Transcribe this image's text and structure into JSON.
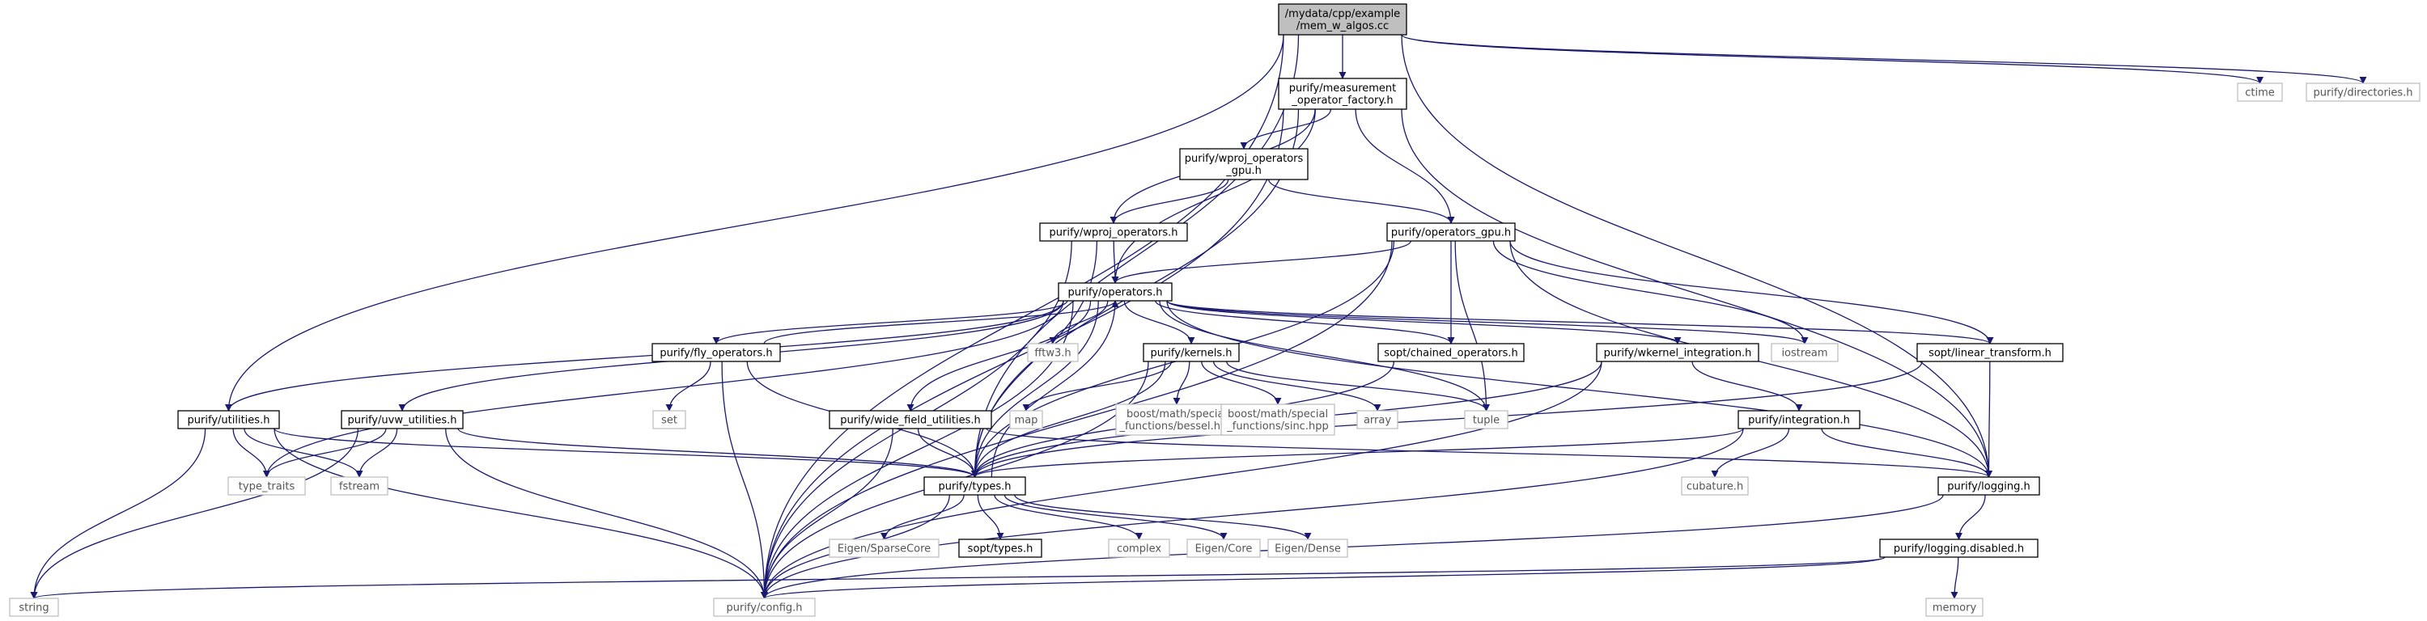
{
  "colors": {
    "edge": "#191970",
    "root_fill": "#bfbfbf",
    "node_border": "#000000",
    "external_border": "#bfbfbf"
  },
  "nodes": {
    "root": [
      "/mydata/cpp/example",
      "/mem_w_algos.cc"
    ],
    "ctime": [
      "ctime"
    ],
    "directories": [
      "purify/directories.h"
    ],
    "mof": [
      "purify/measurement",
      "_operator_factory.h"
    ],
    "wproj_gpu": [
      "purify/wproj_operators",
      "_gpu.h"
    ],
    "wproj": [
      "purify/wproj_operators.h"
    ],
    "ops_gpu": [
      "purify/operators_gpu.h"
    ],
    "ops": [
      "purify/operators.h"
    ],
    "fly": [
      "purify/fly_operators.h"
    ],
    "fftw3": [
      "fftw3.h"
    ],
    "kernels": [
      "purify/kernels.h"
    ],
    "chained": [
      "sopt/chained_operators.h"
    ],
    "wkernel": [
      "purify/wkernel_integration.h"
    ],
    "iostream": [
      "iostream"
    ],
    "linear": [
      "sopt/linear_transform.h"
    ],
    "utilities": [
      "purify/utilities.h"
    ],
    "uvw": [
      "purify/uvw_utilities.h"
    ],
    "set": [
      "set"
    ],
    "wide": [
      "purify/wide_field_utilities.h"
    ],
    "map": [
      "map"
    ],
    "bessel": [
      "boost/math/special",
      "_functions/bessel.hpp"
    ],
    "sinc": [
      "boost/math/special",
      "_functions/sinc.hpp"
    ],
    "array": [
      "array"
    ],
    "tuple": [
      "tuple"
    ],
    "integration": [
      "purify/integration.h"
    ],
    "type_traits": [
      "type_traits"
    ],
    "fstream": [
      "fstream"
    ],
    "types": [
      "purify/types.h"
    ],
    "cubature": [
      "cubature.h"
    ],
    "logging": [
      "purify/logging.h"
    ],
    "sparse": [
      "Eigen/SparseCore"
    ],
    "sopt_types": [
      "sopt/types.h"
    ],
    "complex": [
      "complex"
    ],
    "eigen_core": [
      "Eigen/Core"
    ],
    "eigen_dense": [
      "Eigen/Dense"
    ],
    "log_disabled": [
      "purify/logging.disabled.h"
    ],
    "string": [
      "string"
    ],
    "config": [
      "purify/config.h"
    ],
    "memory": [
      "memory"
    ]
  }
}
